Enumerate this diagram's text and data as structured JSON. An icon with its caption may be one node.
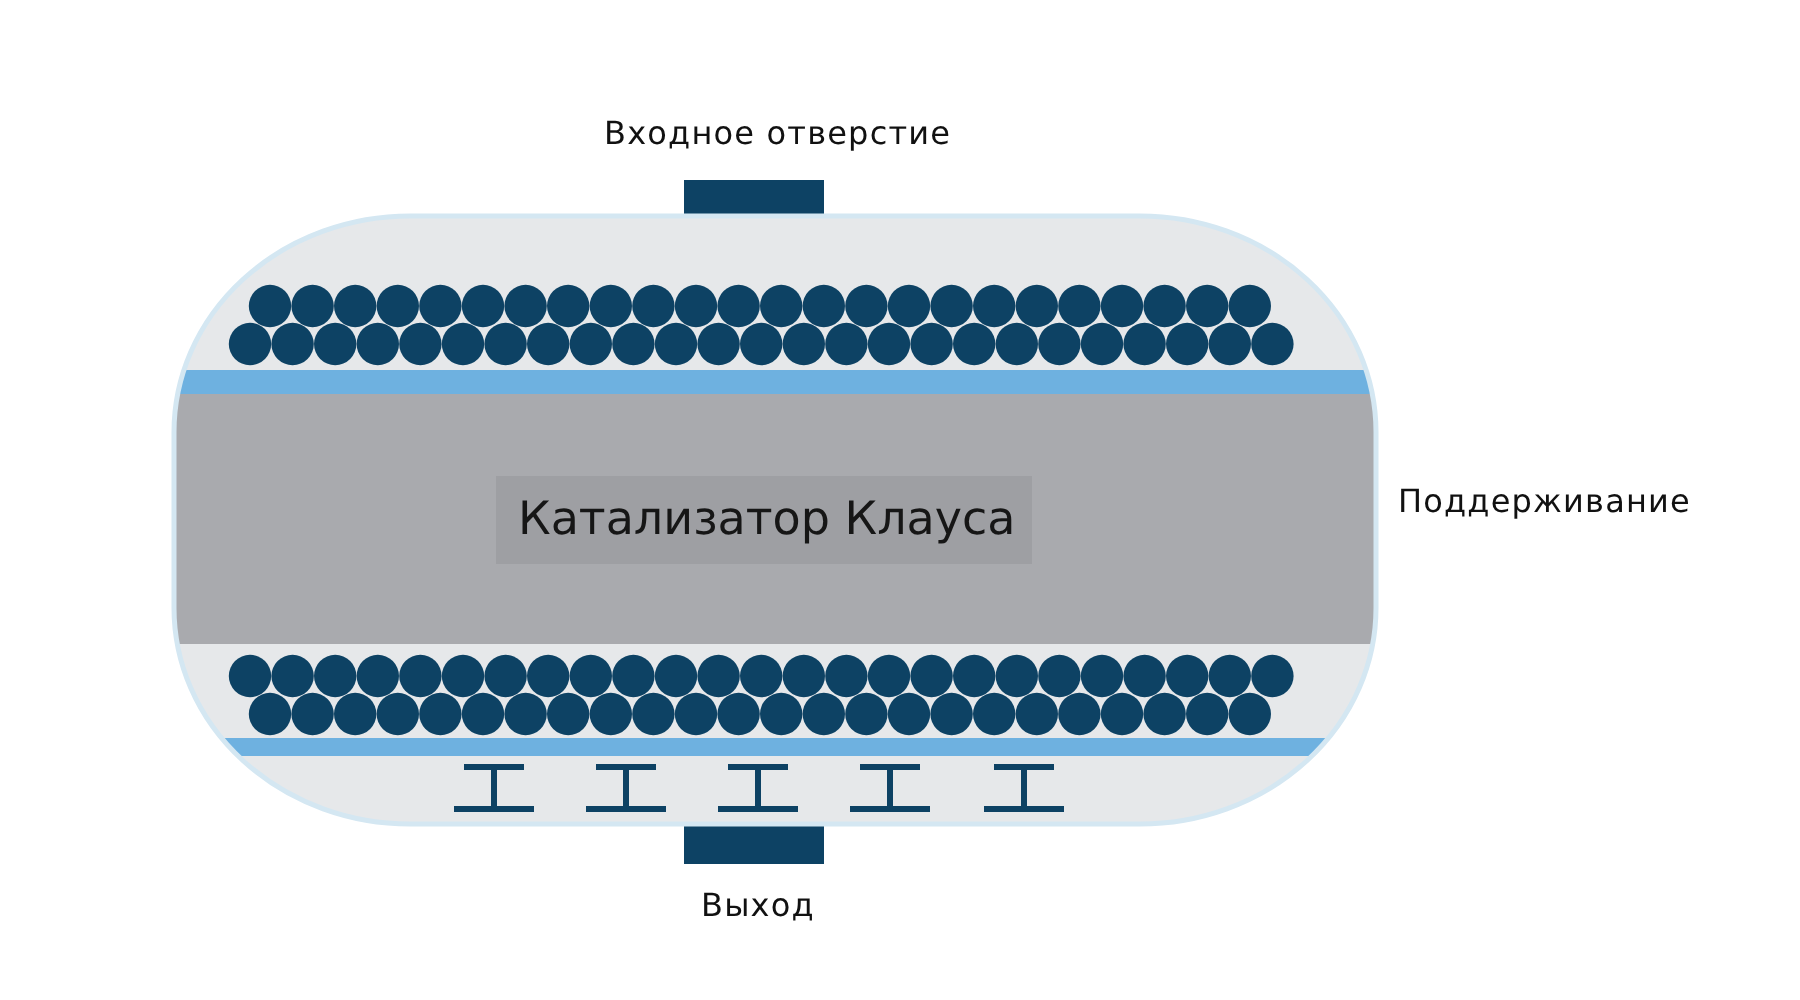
{
  "diagram": {
    "nodes": [
      {
        "text": [
          "Катализатор Клауса"
        ]
      }
    ],
    "labels": [
      "Входное отверстие",
      "Поддерживание",
      "Выход"
    ]
  }
}
